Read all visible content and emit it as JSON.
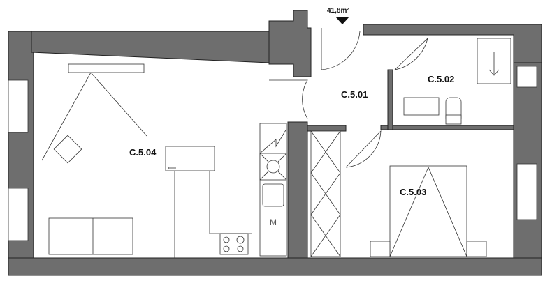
{
  "plan": {
    "total_area": "41,8m²",
    "rooms": [
      {
        "id": "C.5.04"
      },
      {
        "id": "C.5.01"
      },
      {
        "id": "C.5.02"
      },
      {
        "id": "C.5.03"
      }
    ],
    "microwave_label": "M"
  },
  "colors": {
    "wall": "#6e6e6e"
  }
}
